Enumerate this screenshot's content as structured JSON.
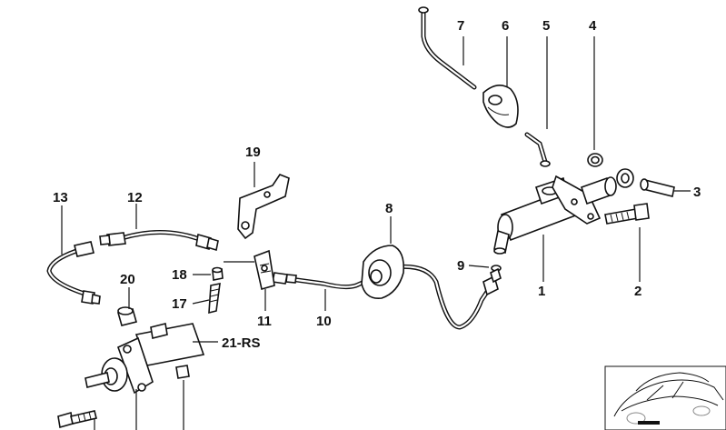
{
  "callouts": {
    "c1": "1",
    "c2": "2",
    "c3": "3",
    "c4": "4",
    "c5": "5",
    "c6": "6",
    "c7": "7",
    "c8": "8",
    "c9": "9",
    "c10": "10",
    "c11": "11",
    "c12": "12",
    "c13": "13",
    "c17": "17",
    "c18": "18",
    "c19": "19",
    "c20": "20",
    "c21": "21-RS"
  }
}
